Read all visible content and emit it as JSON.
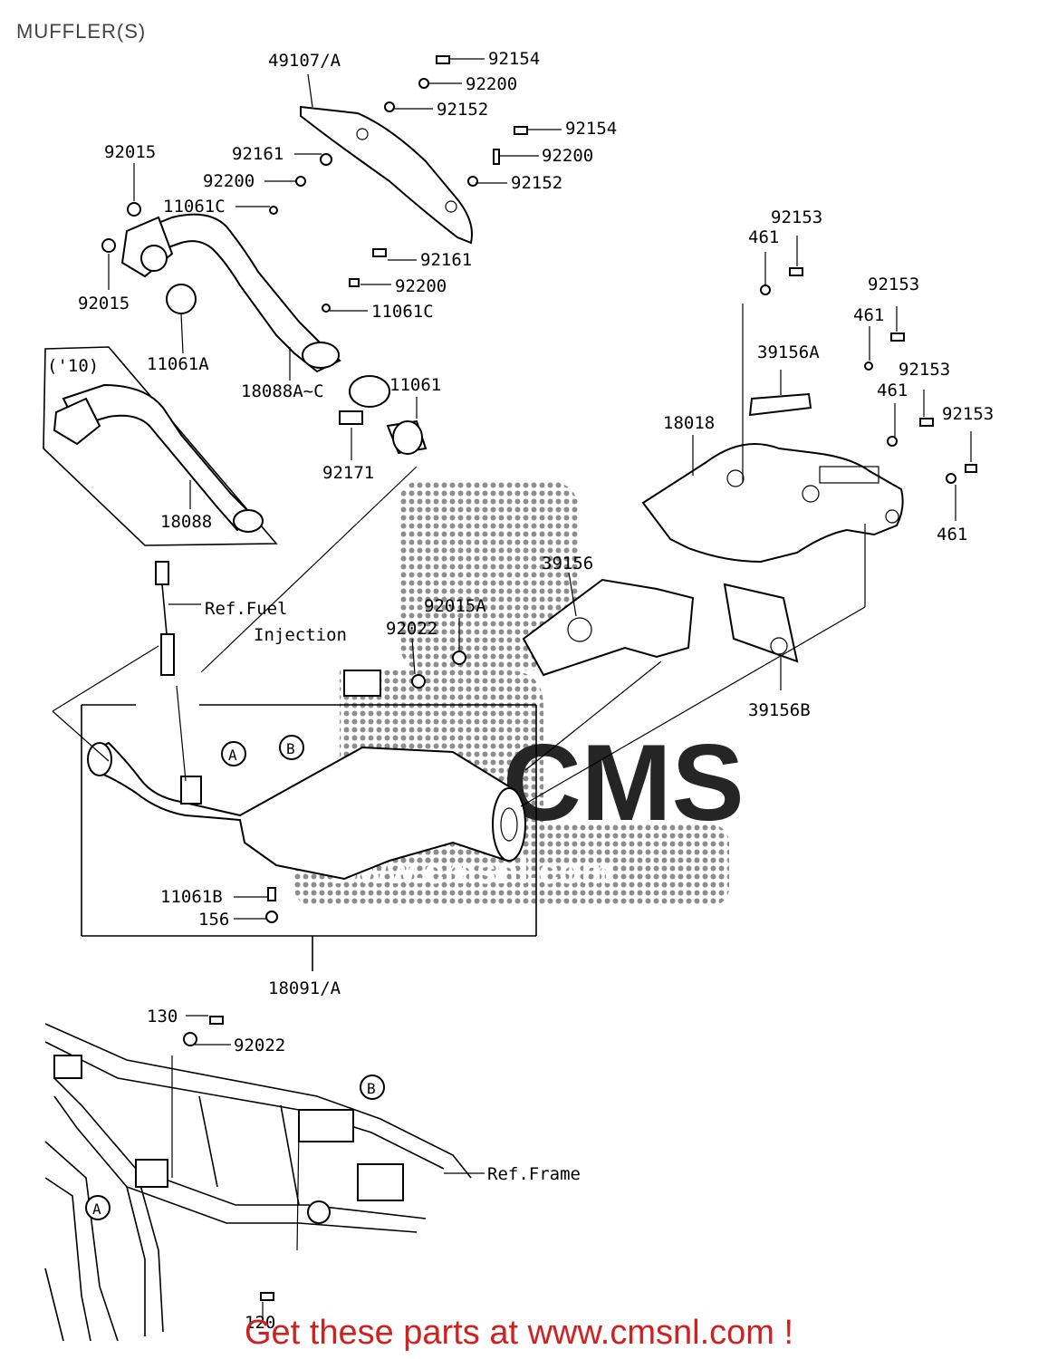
{
  "page": {
    "title": "MUFFLER(S)",
    "footer": "Get these parts at www.cmsnl.com !"
  },
  "watermark": {
    "text": "CMS",
    "sub": "www.cmsnl.com",
    "color": "#6e6e6e"
  },
  "labels": {
    "l49107A": "49107/A",
    "l92154a": "92154",
    "l92200a": "92200",
    "l92152a": "92152",
    "l92154b": "92154",
    "l92200b": "92200",
    "l92152b": "92152",
    "l92015a": "92015",
    "l92161a": "92161",
    "l92200c": "92200",
    "l11061Ca": "11061C",
    "l92161b": "92161",
    "l92200d": "92200",
    "l11061Cb": "11061C",
    "l92015b": "92015",
    "l11061A": "11061A",
    "l10": "('10)",
    "l18088AC": "18088A~C",
    "l11061": "11061",
    "l92171": "92171",
    "l18088": "18088",
    "l92153a": "92153",
    "l461a": "461",
    "l92153b": "92153",
    "l461b": "461",
    "l39156A": "39156A",
    "l92153c": "92153",
    "l461c": "461",
    "l92153d": "92153",
    "l18018": "18018",
    "l461d": "461",
    "l39156": "39156",
    "l92015A": "92015A",
    "l92022a": "92022",
    "lRefFuel": "Ref.Fuel",
    "lInjection": "Injection",
    "l39156B": "39156B",
    "lA1": "A",
    "lB1": "B",
    "l11061B": "11061B",
    "l156": "156",
    "l18091A": "18091/A",
    "l130": "130",
    "l92022b": "92022",
    "lB2": "B",
    "lRefFrame": "Ref.Frame",
    "lA2": "A",
    "l120": "120"
  }
}
